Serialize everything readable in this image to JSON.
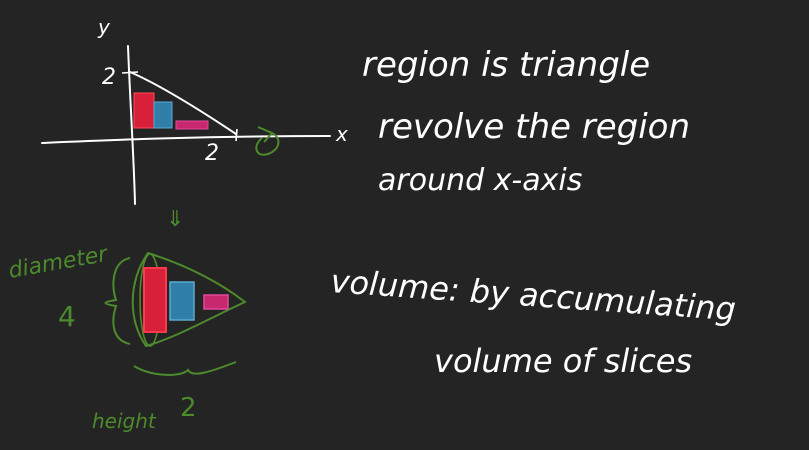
{
  "colors": {
    "background": "#242424",
    "chalk_white": "#ffffff",
    "ink_green": "#4c8a2c",
    "ink_red": "#e8283c",
    "ink_blue": "#2f7fa8",
    "ink_pink": "#e04a9a"
  },
  "graph": {
    "y_axis_label": "y",
    "x_axis_label": "x",
    "y_intercept_label": "2",
    "x_intercept_label": "2"
  },
  "arrow_label": "⇓",
  "solid": {
    "diameter_label": "diameter",
    "diameter_value": "4",
    "height_label": "height",
    "height_value": "2"
  },
  "notes": {
    "line1": "region is triangle",
    "line2": "revolve the region",
    "line3": "around x-axis",
    "line4": "volume: by accumulating",
    "line5": "volume of slices"
  }
}
